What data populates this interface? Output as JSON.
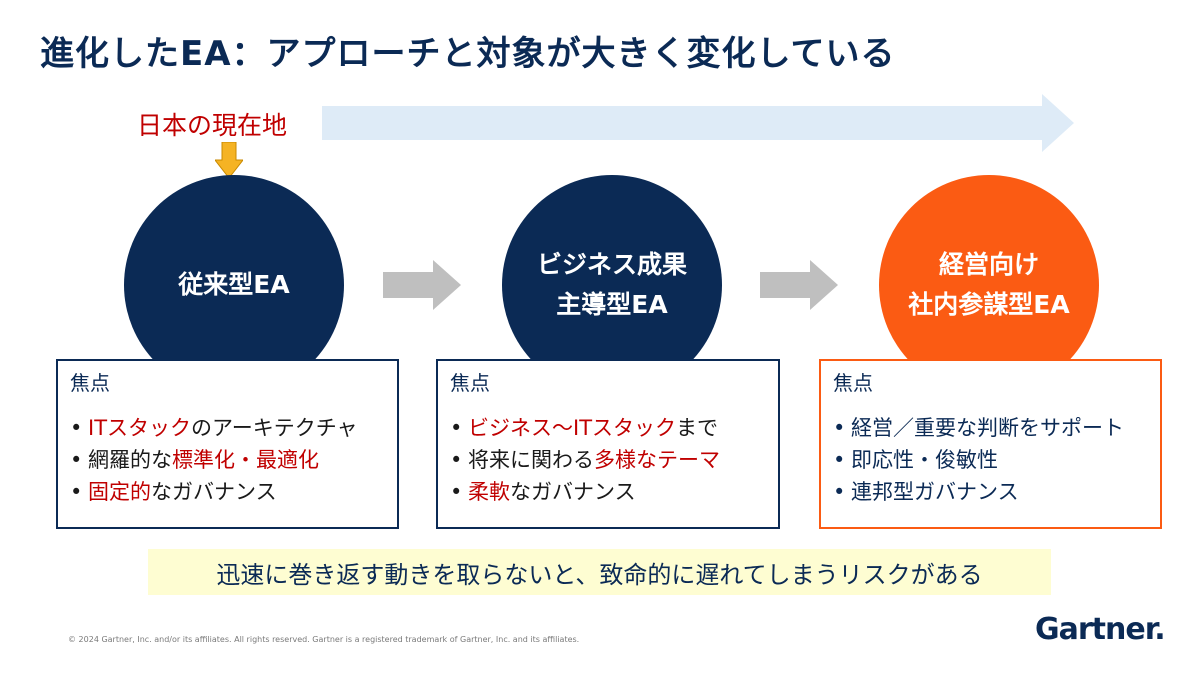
{
  "title": "進化したEA：アプローチと対象が大きく変化している",
  "current_position_label": "日本の現在地",
  "stages": [
    {
      "lines": [
        "従来型EA"
      ],
      "color": "#0b2a55"
    },
    {
      "lines": [
        "ビジネス成果",
        "主導型EA"
      ],
      "color": "#0b2a55"
    },
    {
      "lines": [
        "経営向け",
        "社内参謀型EA"
      ],
      "color": "#fb5b13"
    }
  ],
  "focus_boxes": [
    {
      "heading": "焦点",
      "items": [
        {
          "bullet": "•",
          "highlight": "ITスタック",
          "rest": "のアーキテクチャ"
        },
        {
          "bullet": "•",
          "prefix": "網羅的な",
          "highlight": "標準化・最適化"
        },
        {
          "bullet": "•",
          "highlight": "固定的",
          "rest": "なガバナンス"
        }
      ]
    },
    {
      "heading": "焦点",
      "items": [
        {
          "bullet": "•",
          "highlight": "ビジネス～ITスタック",
          "rest": "まで"
        },
        {
          "bullet": "•",
          "prefix": "将来に関わる",
          "highlight": "多様なテーマ"
        },
        {
          "bullet": "•",
          "highlight": "柔軟",
          "rest": "なガバナンス"
        }
      ]
    },
    {
      "heading": "焦点",
      "items": [
        {
          "bullet": "•",
          "text": "経営／重要な判断をサポート"
        },
        {
          "bullet": "•",
          "text": "即応性・俊敏性"
        },
        {
          "bullet": "•",
          "text": "連邦型ガバナンス"
        }
      ]
    }
  ],
  "banner": "迅速に巻き返す動きを取らないと、致命的に遅れてしまうリスクがある",
  "footer": "© 2024 Gartner, Inc. and/or its affiliates. All rights reserved. Gartner is a registered trademark of Gartner, Inc. and its affiliates.",
  "logo": {
    "text": "Gartner",
    "mark": "."
  },
  "colors": {
    "navy": "#0b2a55",
    "orange": "#fb5b13",
    "red": "#c00000",
    "arrow_gray": "#bfbfbf",
    "timeline_blue": "#deebf7",
    "marker_yellow": "#f5b324",
    "banner_yellow": "#fefdd2"
  }
}
